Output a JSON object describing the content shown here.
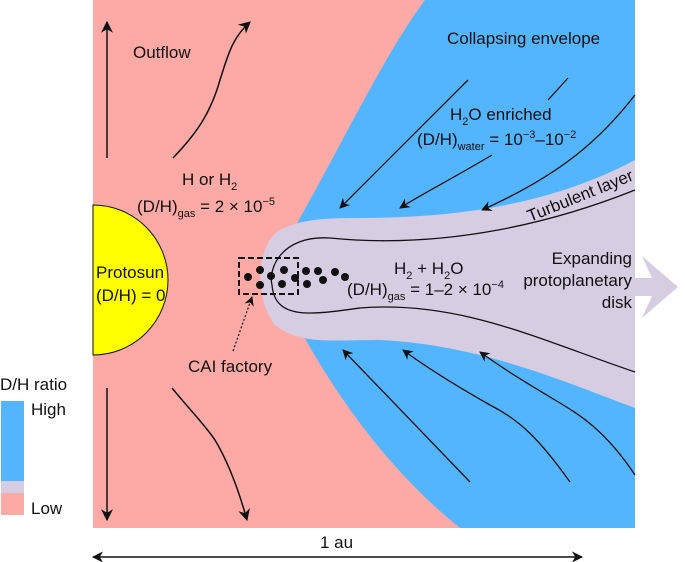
{
  "colors": {
    "low": "#fda9a5",
    "high": "#53b5fd",
    "disk": "#d7cde2",
    "protosun": "#ffff00",
    "ink": "#111111"
  },
  "labels": {
    "outflow": "Outflow",
    "collapsing_envelope": "Collapsing envelope",
    "h_or_h2": {
      "main": "H or H",
      "sub": "2"
    },
    "gas_dh_outer": {
      "prefix": "(D/H)",
      "sub": "gas",
      "eq": " = 2 × 10",
      "sup": "−5"
    },
    "h2o_enriched": {
      "main": "H",
      "sub": "2",
      "tail": "O enriched"
    },
    "water_dh": {
      "prefix": "(D/H)",
      "sub": "water",
      "eq": " = 10",
      "sup1": "−3",
      "mid": "–10",
      "sup2": "−2"
    },
    "turbulent_layer": "Turbulent layer",
    "protosun_name": "Protosun",
    "protosun_dh": "(D/H) = 0",
    "h2_h2o": {
      "a": "H",
      "sub1": "2",
      "b": " + H",
      "sub2": "2",
      "c": "O"
    },
    "gas_dh_inner": {
      "prefix": "(D/H)",
      "sub": "gas",
      "eq": " = 1–2 × 10",
      "sup": "−4"
    },
    "expanding": [
      "Expanding",
      "protoplanetary",
      "disk"
    ],
    "cai_factory": "CAI factory",
    "scale": "1 au"
  },
  "legend": {
    "title": "D/H ratio",
    "high": "High",
    "low": "Low"
  }
}
